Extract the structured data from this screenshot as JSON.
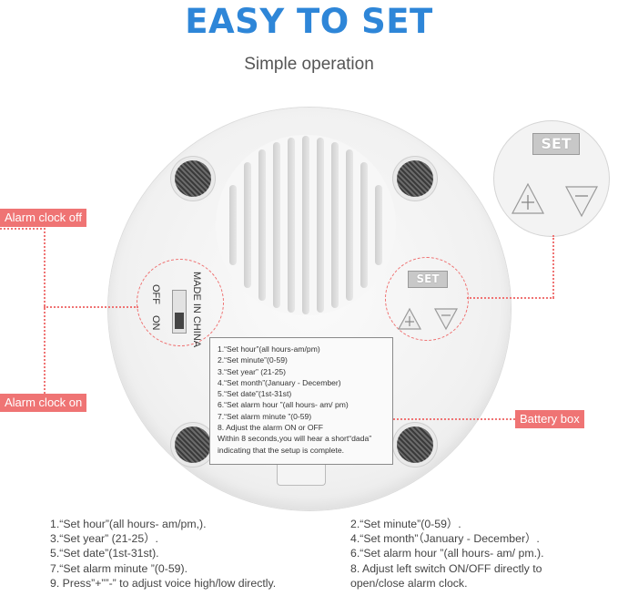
{
  "header": {
    "title": "EASY TO SET",
    "subtitle": "Simple operation"
  },
  "callouts": {
    "alarm_off": "Alarm clock off",
    "alarm_on": "Alarm clock on",
    "battery_box": "Battery box"
  },
  "switch": {
    "off": "OFF",
    "on": "ON",
    "made_in": "MADE IN CHINA"
  },
  "buttons": {
    "set_label": "SET"
  },
  "sticker_lines": [
    "1.“Set hour”(all hours-am/pm)",
    "2.“Set minute”(0-59)",
    "3.“Set year” (21-25)",
    "4.“Set month”(January - December)",
    "5.“Set date”(1st-31st)",
    "6.“Set alarm hour ”(all hours- am/ pm)",
    "7.“Set alarm minute ”(0-59)",
    "8. Adjust the alarm ON or OFF",
    "Within 8 seconds,you will hear a short“dada”",
    "indicating that the setup is complete."
  ],
  "instructions_left": [
    "1.“Set hour”(all hours- am/pm,).",
    "3.“Set year” (21-25）.",
    "5.“Set date”(1st-31st).",
    "7.“Set alarm minute ”(0-59).",
    "9. Press”+””-” to adjust voice high/low directly."
  ],
  "instructions_right": [
    "2.“Set minute”(0-59）.",
    "4.“Set month”（January - December）.",
    "6.“Set alarm hour ”(all hours- am/ pm.).",
    "8. Adjust left switch ON/OFF directly to",
    "open/close alarm clock."
  ],
  "colors": {
    "title": "#2e86d8",
    "callout": "#ef7474"
  },
  "icons": [
    "plus-triangle-icon",
    "minus-triangle-icon"
  ]
}
